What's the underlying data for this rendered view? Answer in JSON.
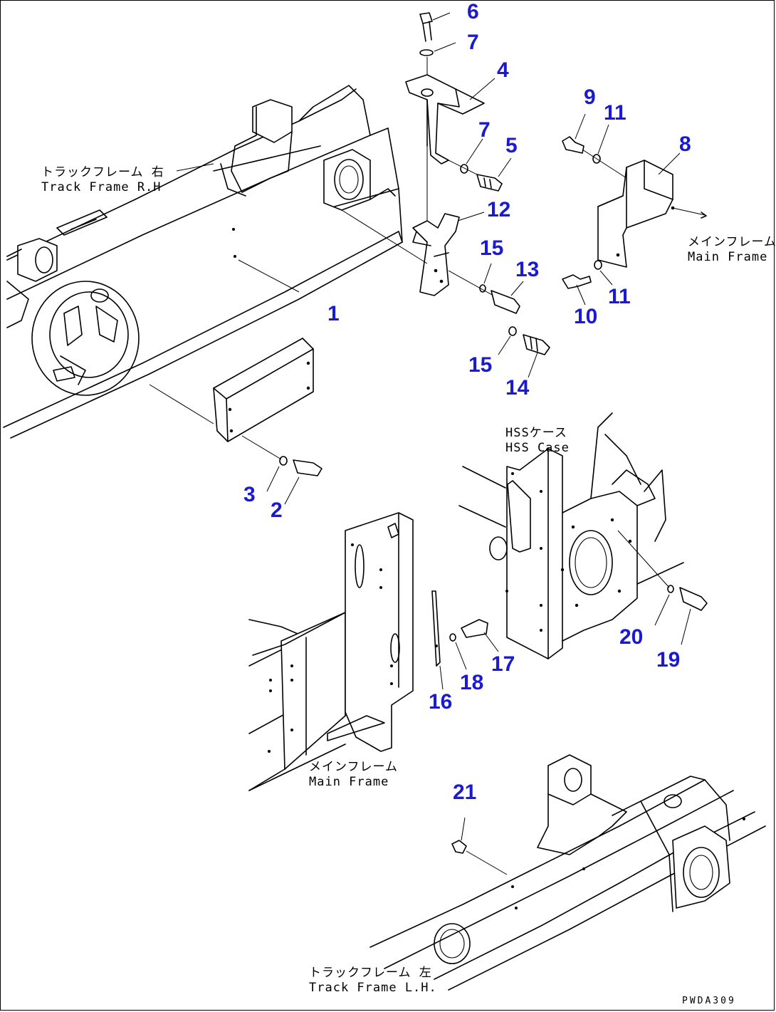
{
  "parts": {
    "p1": "1",
    "p2": "2",
    "p3": "3",
    "p4": "4",
    "p5": "5",
    "p6": "6",
    "p7a": "7",
    "p7b": "7",
    "p8": "8",
    "p9": "9",
    "p10": "10",
    "p11a": "11",
    "p11b": "11",
    "p12": "12",
    "p13": "13",
    "p14": "14",
    "p15a": "15",
    "p15b": "15",
    "p16": "16",
    "p17": "17",
    "p18": "18",
    "p19": "19",
    "p20": "20",
    "p21": "21"
  },
  "labels": {
    "track_frame_rh_jp": "トラックフレーム 右",
    "track_frame_rh_en": "Track Frame R.H",
    "main_frame_top_jp": "メインフレーム",
    "main_frame_top_en": "Main Frame",
    "hss_case_jp": "HSSケース",
    "hss_case_en": "HSS Case",
    "main_frame_bottom_jp": "メインフレーム",
    "main_frame_bottom_en": "Main Frame",
    "track_frame_lh_jp": "トラックフレーム 左",
    "track_frame_lh_en": "Track Frame L.H."
  },
  "drawing_code": "PWDA309",
  "colors": {
    "part_number": "#1a1ad0",
    "line": "#000000",
    "background": "#ffffff"
  }
}
